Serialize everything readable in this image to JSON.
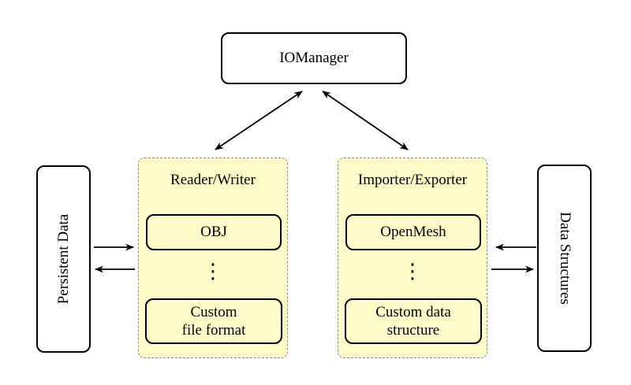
{
  "colors": {
    "background": "#ffffff",
    "panel_fill": "#fffbc8",
    "panel_border": "#8a8a8a",
    "node_border": "#000000",
    "arrow": "#000000"
  },
  "nodes": {
    "io_manager": {
      "label": "IOManager"
    },
    "persistent_data": {
      "label": "Persistent Data"
    },
    "data_structures": {
      "label": "Data Structures"
    },
    "reader_writer": {
      "title": "Reader/Writer",
      "items": [
        "OBJ",
        "Custom\nfile format"
      ],
      "ellipsis": "⋮"
    },
    "importer_exporter": {
      "title": "Importer/Exporter",
      "items": [
        "OpenMesh",
        "Custom data\nstructure"
      ],
      "ellipsis": "⋮"
    }
  },
  "edges": [
    {
      "from": "io_manager",
      "to": "reader_writer",
      "direction": "both"
    },
    {
      "from": "io_manager",
      "to": "importer_exporter",
      "direction": "both"
    },
    {
      "from": "persistent_data",
      "to": "reader_writer",
      "direction": "forward"
    },
    {
      "from": "reader_writer",
      "to": "persistent_data",
      "direction": "forward"
    },
    {
      "from": "data_structures",
      "to": "importer_exporter",
      "direction": "forward"
    },
    {
      "from": "importer_exporter",
      "to": "data_structures",
      "direction": "forward"
    }
  ]
}
